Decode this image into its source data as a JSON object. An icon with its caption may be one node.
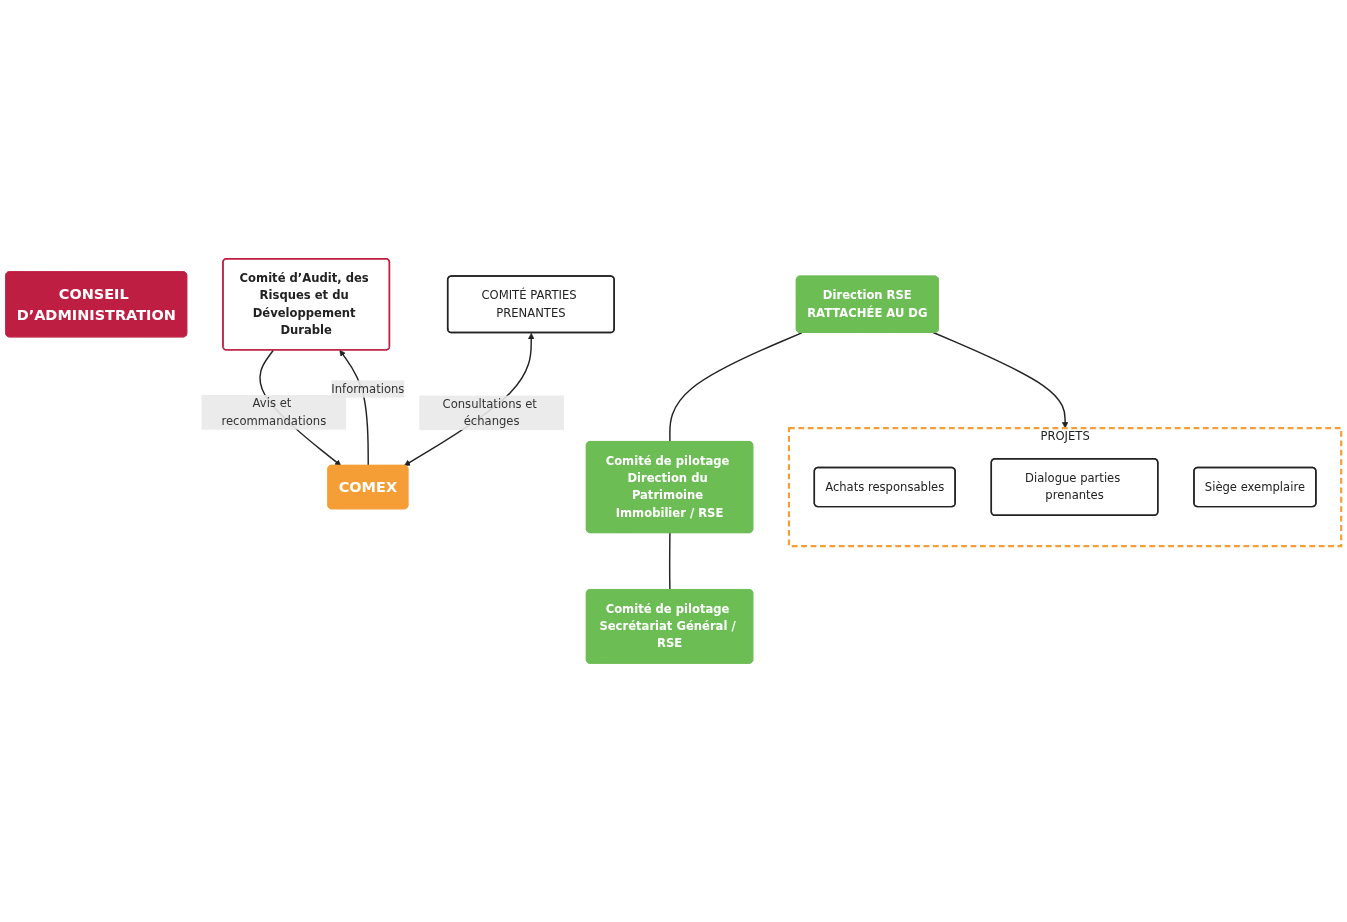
{
  "diagram": {
    "nodes": [
      {
        "text": [
          "CONSEIL D’ADMINISTRATION"
        ]
      },
      {
        "text": [
          "Comité d’Audit, des Risques et du Développement Durable"
        ]
      },
      {
        "text": [
          "COMITÉ PARTIES PRENANTES"
        ]
      },
      {
        "text": [
          "COMEX"
        ]
      },
      {
        "text": [
          "Direction RSE",
          "RATTACHÉE AU DG"
        ]
      },
      {
        "text": [
          "Comité de pilotage Direction du Patrimoine Immobilier / RSE"
        ]
      },
      {
        "text": [
          "Comité de pilotage Secrétariat Général / RSE"
        ]
      },
      {
        "text": [
          "PROJETS"
        ]
      },
      {
        "text": [
          "Achats responsables"
        ],
        "in": 7
      },
      {
        "text": [
          "Dialogue parties prenantes"
        ],
        "in": 7
      },
      {
        "text": [
          "Siège exemplaire"
        ],
        "in": 7
      }
    ],
    "edges": [
      {
        "from": 1,
        "to": 3,
        "arrow": "to",
        "label": "Avis et recommandations"
      },
      {
        "from": 3,
        "to": 1,
        "arrow": "to",
        "label": "Informations"
      },
      {
        "from": 2,
        "to": 3,
        "arrow": "both",
        "label": "Consultations et échanges"
      },
      {
        "from": 4,
        "to": 7,
        "arrow": "to"
      },
      {
        "from": 4,
        "to": 5,
        "arrow": "none"
      },
      {
        "from": 5,
        "to": 6,
        "arrow": "none"
      }
    ]
  }
}
